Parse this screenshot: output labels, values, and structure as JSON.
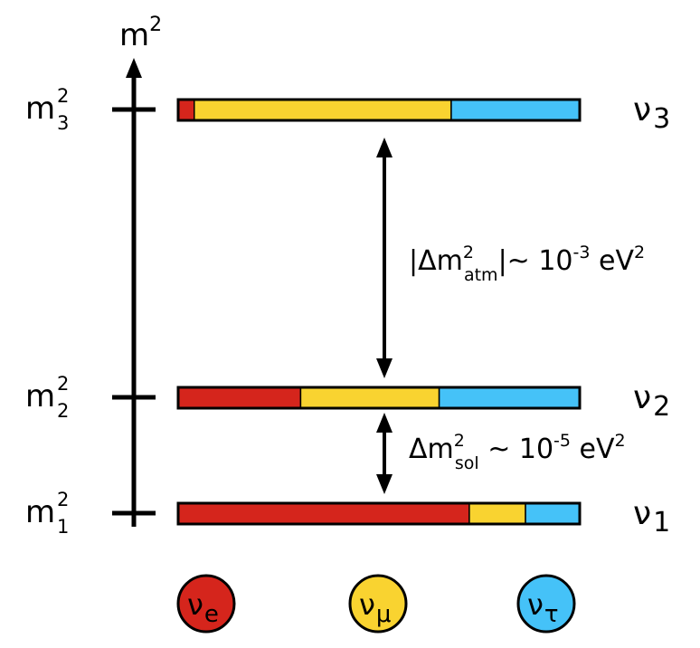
{
  "axis": {
    "label_base": "m",
    "label_exp": "2"
  },
  "levels": [
    {
      "id": "m3",
      "mass_base": "m",
      "mass_sup": "2",
      "mass_sub": "3",
      "state_base": "ν",
      "state_sub": "3",
      "fractions": [
        0.04,
        0.64,
        0.32
      ]
    },
    {
      "id": "m2",
      "mass_base": "m",
      "mass_sup": "2",
      "mass_sub": "2",
      "state_base": "ν",
      "state_sub": "2",
      "fractions": [
        0.305,
        0.345,
        0.35
      ]
    },
    {
      "id": "m1",
      "mass_base": "m",
      "mass_sup": "2",
      "mass_sub": "1",
      "state_base": "ν",
      "state_sub": "1",
      "fractions": [
        0.725,
        0.14,
        0.135
      ]
    }
  ],
  "gaps": {
    "atm": {
      "open": "|Δm",
      "sup": "2",
      "sub": "atm",
      "close": "|~ 10",
      "exp": "-3",
      "unit": " eV",
      "unit_exp": "2"
    },
    "sol": {
      "open": "Δm",
      "sup": "2",
      "sub": "sol",
      "close": " ~ 10",
      "exp": "-5",
      "unit": " eV",
      "unit_exp": "2"
    }
  },
  "flavors": [
    {
      "id": "e",
      "base": "ν",
      "sub": "e",
      "color": "#d5251c"
    },
    {
      "id": "mu",
      "base": "ν",
      "sub": "μ",
      "color": "#f9d330"
    },
    {
      "id": "tau",
      "base": "ν",
      "sub": "τ",
      "color": "#45c2f8"
    }
  ]
}
